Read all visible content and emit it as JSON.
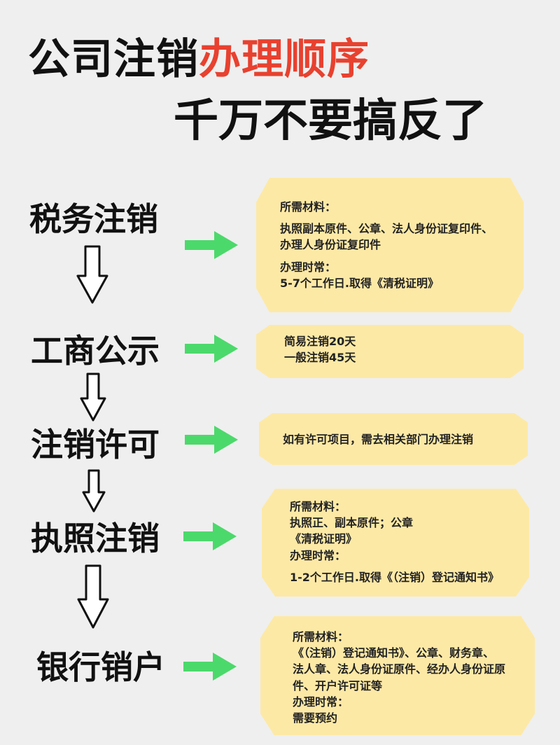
{
  "title": {
    "part1": "公司注销",
    "part2_red": "办理顺序",
    "line2": "千万不要搞反了"
  },
  "colors": {
    "accent_red": "#e8412f",
    "arrow_green": "#4cd96b",
    "box_yellow": "#fde9a6"
  },
  "steps": [
    {
      "name": "税务注销",
      "lines": [
        "所需材料：",
        "执照副本原件、公章、法人身份证复印件、",
        "办理人身份证复印件",
        "办理时常：",
        "5-7个工作日.取得《清税证明》"
      ]
    },
    {
      "name": "工商公示",
      "lines": [
        "简易注销20天",
        "一般注销45天"
      ]
    },
    {
      "name": "注销许可",
      "lines": [
        "如有许可项目，需去相关部门办理注销"
      ]
    },
    {
      "name": "执照注销",
      "lines": [
        "所需材料：",
        "执照正、副本原件；公章",
        "《清税证明》",
        "办理时常：",
        "1-2个工作日.取得《（注销）登记通知书》"
      ]
    },
    {
      "name": "银行销户",
      "lines": [
        "所需材料：",
        "《（注销）登记通知书》、公章、财务章、",
        "法人章、法人身份证原件、经办人身份证原",
        "件、开户许可证等",
        "办理时常：",
        "需要预约"
      ]
    }
  ]
}
